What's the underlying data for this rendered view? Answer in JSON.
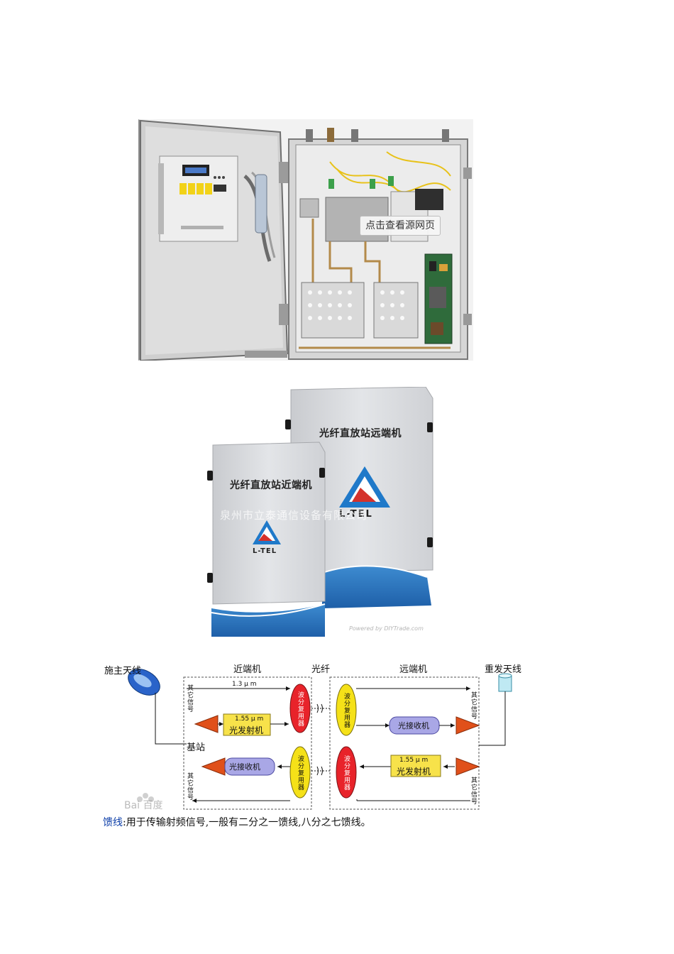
{
  "figure_cabinet": {
    "tooltip": "点击查看源网页"
  },
  "figure_units": {
    "remote_unit_label": "光纤直放站远端机",
    "near_unit_label": "光纤直放站近端机",
    "logo_text_large": "L-TEL",
    "logo_text_small": "L-TEL",
    "watermark": "泉州市立泰通信设备有限公司",
    "credit": "Powered by DIYTrade.com"
  },
  "figure_diagram": {
    "donor_antenna": "施主天线",
    "near_end": "近端机",
    "fiber": "光纤",
    "remote_end": "远端机",
    "retransmit_antenna": "重发天线",
    "base_station": "基站",
    "wl_13": "1.3 μ m",
    "wl_155_a": "1.55 μ m",
    "wl_155_b": "1.55 μ m",
    "other_signal": "其它信号",
    "optical_tx": "光发射机",
    "optical_rx": "光接收机",
    "wdm": "波分复用器",
    "colors": {
      "wdm_red": "#e8232a",
      "wdm_yellow": "#f5e118",
      "tx_yellow": "#f7e24a",
      "rx_purple": "#a9a7e6",
      "cone": "#e0501a",
      "antenna_blue": "#2a63c9"
    },
    "logo_watermark": "Bai 百度"
  },
  "caption": {
    "term": "馈线",
    "text": ":用于传输射频信号,一般有二分之一馈线,八分之七馈线。"
  }
}
